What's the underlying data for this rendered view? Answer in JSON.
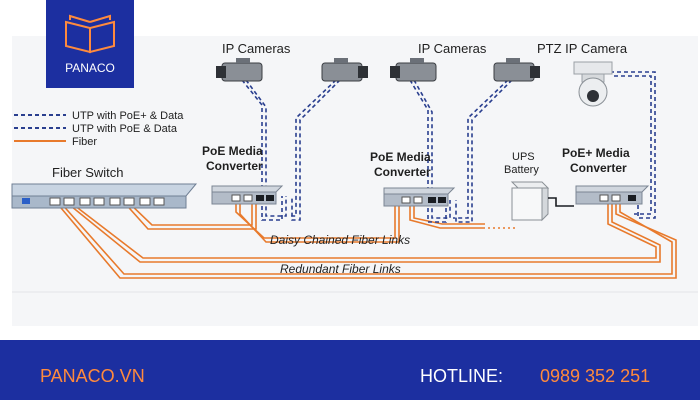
{
  "brand": {
    "logo_text": "PANACO",
    "site": "PANACO.VN",
    "hotline_label": "HOTLINE:",
    "hotline_number": "0989 352 251",
    "colors": {
      "navy": "#1c2fa0",
      "orange": "#ff8a3d",
      "white": "#ffffff"
    }
  },
  "legend": {
    "items": [
      {
        "label": "UTP with PoE+ & Data",
        "style": "dashed-navy"
      },
      {
        "label": "UTP with PoE & Data",
        "style": "dashed-navy"
      },
      {
        "label": "Fiber",
        "style": "solid-orange"
      }
    ]
  },
  "nodes": {
    "ip_cameras_1": "IP Cameras",
    "ip_cameras_2": "IP Cameras",
    "ptz_camera": "PTZ IP Camera",
    "fiber_switch": "Fiber Switch",
    "converter_1": [
      "PoE Media",
      "Converter"
    ],
    "converter_2": [
      "PoE Media",
      "Converter"
    ],
    "converter_3": [
      "PoE+ Media",
      "Converter"
    ],
    "ups": [
      "UPS",
      "Battery"
    ]
  },
  "links": {
    "daisy": "Daisy Chained Fiber Links",
    "redundant": "Redundant Fiber Links"
  },
  "colors": {
    "fiber": "#e87a2c",
    "utp": "#2a3f8f",
    "panel": "#f4f5f7",
    "device": "#aab4c1"
  }
}
